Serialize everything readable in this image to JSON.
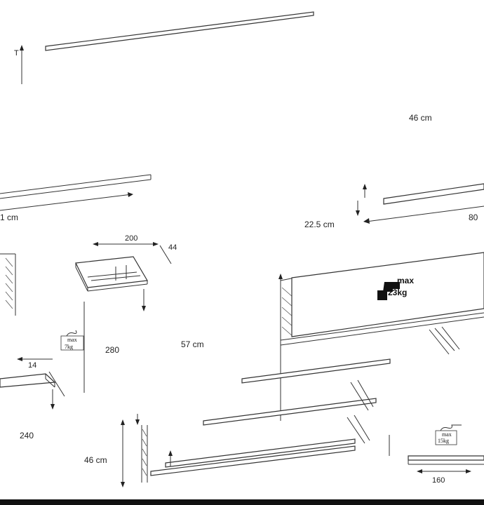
{
  "colors": {
    "line": "#333333",
    "background": "#ffffff",
    "footer": "#111111"
  },
  "dimensions": {
    "top_left_width": "1 cm",
    "top_right_height": "46 cm",
    "top_right_width": "80",
    "top_right_depth": "22.5 cm",
    "small_shelf_width": "200",
    "small_shelf_depth": "44",
    "left_height_upper": "280",
    "left_depth_lower": "14",
    "left_height_lower": "240",
    "left_bottom_height": "46 cm",
    "center_height": "57 cm",
    "bottom_right_width": "160"
  },
  "load_badges": {
    "small_left": {
      "line1": "max",
      "line2": "7kg"
    },
    "large_right": {
      "line1": "max",
      "line2": "23kg"
    },
    "small_right": {
      "line1": "max",
      "line2": "15kg"
    }
  }
}
